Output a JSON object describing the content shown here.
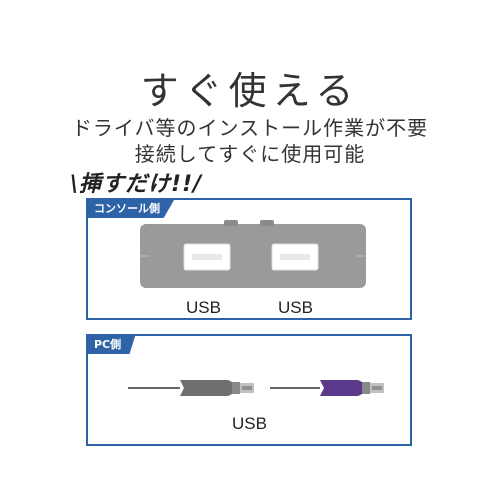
{
  "heading": "すぐ使える",
  "subtitle_line1": "ドライバ等のインストール作業が不要",
  "subtitle_line2": "接続してすぐに使用可能",
  "slogan": "\\挿すだけ!!/",
  "console_panel": {
    "tab": "コンソール側",
    "port_labels": [
      "USB",
      "USB"
    ]
  },
  "pc_panel": {
    "tab": "PC側",
    "cable_label": "USB"
  },
  "colors": {
    "accent": "#2f63a8",
    "device_gray": "#9a9a9a",
    "connector_gray": "#6f6f6f",
    "connector_purple": "#5b3a8c"
  }
}
